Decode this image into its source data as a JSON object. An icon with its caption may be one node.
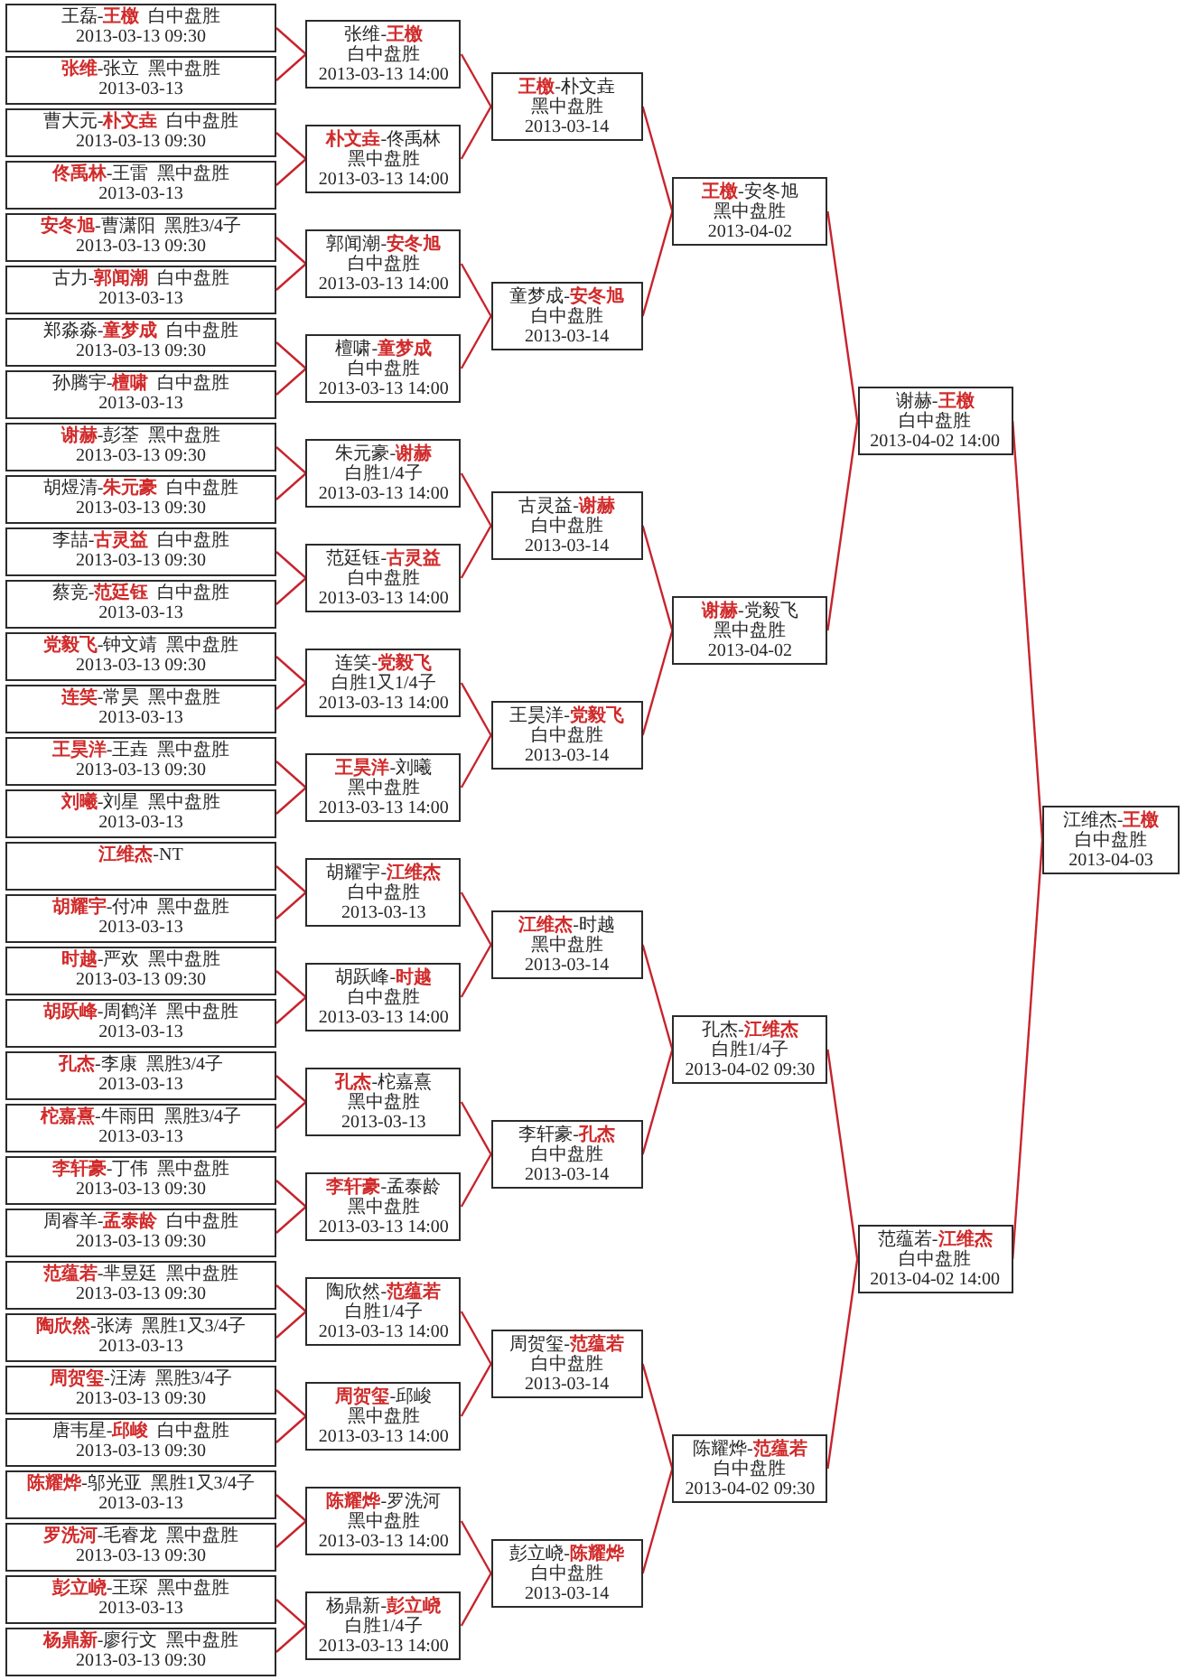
{
  "diagram": {
    "nodes": [
      {
        "text": [
          "王磊-**王檄**",
          "白中盘胜",
          "2013-03-13 09:30"
        ]
      },
      {
        "text": [
          "**张维**-张立",
          "黑中盘胜",
          "2013-03-13"
        ]
      },
      {
        "text": [
          "曹大元-**朴文垚**",
          "白中盘胜",
          "2013-03-13 09:30"
        ]
      },
      {
        "text": [
          "**佟禹林**-王雷",
          "黑中盘胜",
          "2013-03-13"
        ]
      },
      {
        "text": [
          "**安冬旭**-曹潇阳",
          "黑胜3/4子",
          "2013-03-13 09:30"
        ]
      },
      {
        "text": [
          "古力-**郭闻潮**",
          "白中盘胜",
          "2013-03-13"
        ]
      },
      {
        "text": [
          "郑淼淼-**童梦成**",
          "白中盘胜",
          "2013-03-13 09:30"
        ]
      },
      {
        "text": [
          "孙腾宇-**檀啸**",
          "白中盘胜",
          "2013-03-13"
        ]
      },
      {
        "text": [
          "**谢赫**-彭荃",
          "黑中盘胜",
          "2013-03-13 09:30"
        ]
      },
      {
        "text": [
          "胡煜清-**朱元豪**",
          "白中盘胜",
          "2013-03-13 09:30"
        ]
      },
      {
        "text": [
          "李喆-**古灵益**",
          "白中盘胜",
          "2013-03-13 09:30"
        ]
      },
      {
        "text": [
          "蔡竞-**范廷钰**",
          "白中盘胜",
          "2013-03-13"
        ]
      },
      {
        "text": [
          "**党毅飞**-钟文靖",
          "黑中盘胜",
          "2013-03-13 09:30"
        ]
      },
      {
        "text": [
          "**连笑**-常昊",
          "黑中盘胜",
          "2013-03-13"
        ]
      },
      {
        "text": [
          "**王昊洋**-王垚",
          "黑中盘胜",
          "2013-03-13 09:30"
        ]
      },
      {
        "text": [
          "**刘曦**-刘星",
          "黑中盘胜",
          "2013-03-13"
        ]
      },
      {
        "text": [
          "**江维杰**-NT"
        ]
      },
      {
        "text": [
          "**胡耀宇**-付冲",
          "黑中盘胜",
          "2013-03-13"
        ]
      },
      {
        "text": [
          "**时越**-严欢",
          "黑中盘胜",
          "2013-03-13 09:30"
        ]
      },
      {
        "text": [
          "**胡跃峰**-周鹤洋",
          "黑中盘胜",
          "2013-03-13"
        ]
      },
      {
        "text": [
          "**孔杰**-李康",
          "黑胜3/4子",
          "2013-03-13"
        ]
      },
      {
        "text": [
          "**柁嘉熹**-牛雨田",
          "黑胜3/4子",
          "2013-03-13"
        ]
      },
      {
        "text": [
          "**李轩豪**-丁伟",
          "黑中盘胜",
          "2013-03-13 09:30"
        ]
      },
      {
        "text": [
          "周睿羊-**孟泰龄**",
          "白中盘胜",
          "2013-03-13 09:30"
        ]
      },
      {
        "text": [
          "**范蕴若**-芈昱廷",
          "黑中盘胜",
          "2013-03-13 09:30"
        ]
      },
      {
        "text": [
          "**陶欣然**-张涛",
          "黑胜1又3/4子",
          "2013-03-13"
        ]
      },
      {
        "text": [
          "**周贺玺**-汪涛",
          "黑胜3/4子",
          "2013-03-13 09:30"
        ]
      },
      {
        "text": [
          "唐韦星-**邱峻**",
          "白中盘胜",
          "2013-03-13 09:30"
        ]
      },
      {
        "text": [
          "**陈耀烨**-邬光亚",
          "黑胜1又3/4子",
          "2013-03-13"
        ]
      },
      {
        "text": [
          "**罗洗河**-毛睿龙",
          "黑中盘胜",
          "2013-03-13 09:30"
        ]
      },
      {
        "text": [
          "**彭立峣**-王琛",
          "黑中盘胜",
          "2013-03-13"
        ]
      },
      {
        "text": [
          "**杨鼎新**-廖行文",
          "黑中盘胜",
          "2013-03-13 09:30"
        ]
      },
      {
        "text": [
          "张维-**王檄**",
          "白中盘胜",
          "2013-03-13 14:00"
        ]
      },
      {
        "text": [
          "**朴文垚**-佟禹林",
          "黑中盘胜",
          "2013-03-13 14:00"
        ]
      },
      {
        "text": [
          "郭闻潮-**安冬旭**",
          "白中盘胜",
          "2013-03-13 14:00"
        ]
      },
      {
        "text": [
          "檀啸-**童梦成**",
          "白中盘胜",
          "2013-03-13 14:00"
        ]
      },
      {
        "text": [
          "朱元豪-**谢赫**",
          "白胜1/4子",
          "2013-03-13 14:00"
        ]
      },
      {
        "text": [
          "范廷钰-**古灵益**",
          "白中盘胜",
          "2013-03-13 14:00"
        ]
      },
      {
        "text": [
          "连笑-**党毅飞**",
          "白胜1又1/4子",
          "2013-03-13 14:00"
        ]
      },
      {
        "text": [
          "**王昊洋**-刘曦",
          "黑中盘胜",
          "2013-03-13 14:00"
        ]
      },
      {
        "text": [
          "胡耀宇-**江维杰**",
          "白中盘胜",
          "2013-03-13"
        ]
      },
      {
        "text": [
          "胡跃峰-**时越**",
          "白中盘胜",
          "2013-03-13 14:00"
        ]
      },
      {
        "text": [
          "**孔杰**-柁嘉熹",
          "黑中盘胜",
          "2013-03-13"
        ]
      },
      {
        "text": [
          "**李轩豪**-孟泰龄",
          "黑中盘胜",
          "2013-03-13 14:00"
        ]
      },
      {
        "text": [
          "陶欣然-**范蕴若**",
          "白胜1/4子",
          "2013-03-13 14:00"
        ]
      },
      {
        "text": [
          "**周贺玺**-邱峻",
          "黑中盘胜",
          "2013-03-13 14:00"
        ]
      },
      {
        "text": [
          "**陈耀烨**-罗洗河",
          "黑中盘胜",
          "2013-03-13 14:00"
        ]
      },
      {
        "text": [
          "杨鼎新-**彭立峣**",
          "白胜1/4子",
          "2013-03-13 14:00"
        ]
      },
      {
        "text": [
          "**王檄**-朴文垚",
          "黑中盘胜",
          "2013-03-14"
        ]
      },
      {
        "text": [
          "童梦成-**安冬旭**",
          "白中盘胜",
          "2013-03-14"
        ]
      },
      {
        "text": [
          "古灵益-**谢赫**",
          "白中盘胜",
          "2013-03-14"
        ]
      },
      {
        "text": [
          "王昊洋-**党毅飞**",
          "白中盘胜",
          "2013-03-14"
        ]
      },
      {
        "text": [
          "**江维杰**-时越",
          "黑中盘胜",
          "2013-03-14"
        ]
      },
      {
        "text": [
          "李轩豪-**孔杰**",
          "白中盘胜",
          "2013-03-14"
        ]
      },
      {
        "text": [
          "周贺玺-**范蕴若**",
          "白中盘胜",
          "2013-03-14"
        ]
      },
      {
        "text": [
          "彭立峣-**陈耀烨**",
          "白中盘胜",
          "2013-03-14"
        ]
      },
      {
        "text": [
          "**王檄**-安冬旭",
          "黑中盘胜",
          "2013-04-02"
        ]
      },
      {
        "text": [
          "**谢赫**-党毅飞",
          "黑中盘胜",
          "2013-04-02"
        ]
      },
      {
        "text": [
          "孔杰-**江维杰**",
          "白胜1/4子",
          "2013-04-02 09:30"
        ]
      },
      {
        "text": [
          "陈耀烨-**范蕴若**",
          "白中盘胜",
          "2013-04-02 09:30"
        ]
      },
      {
        "text": [
          "谢赫-**王檄**",
          "白中盘胜",
          "2013-04-02 14:00"
        ]
      },
      {
        "text": [
          "范蕴若-**江维杰**",
          "白中盘胜",
          "2013-04-02 14:00"
        ]
      },
      {
        "text": [
          "江维杰-**王檄**",
          "白中盘胜",
          "2013-04-03"
        ]
      }
    ],
    "edges": [
      {
        "from": 0,
        "to": 32,
        "arrow": "none"
      },
      {
        "from": 1,
        "to": 32,
        "arrow": "none"
      },
      {
        "from": 2,
        "to": 33,
        "arrow": "none"
      },
      {
        "from": 3,
        "to": 33,
        "arrow": "none"
      },
      {
        "from": 4,
        "to": 34,
        "arrow": "none"
      },
      {
        "from": 5,
        "to": 34,
        "arrow": "none"
      },
      {
        "from": 6,
        "to": 35,
        "arrow": "none"
      },
      {
        "from": 7,
        "to": 35,
        "arrow": "none"
      },
      {
        "from": 8,
        "to": 36,
        "arrow": "none"
      },
      {
        "from": 9,
        "to": 36,
        "arrow": "none"
      },
      {
        "from": 10,
        "to": 37,
        "arrow": "none"
      },
      {
        "from": 11,
        "to": 37,
        "arrow": "none"
      },
      {
        "from": 12,
        "to": 38,
        "arrow": "none"
      },
      {
        "from": 13,
        "to": 38,
        "arrow": "none"
      },
      {
        "from": 14,
        "to": 39,
        "arrow": "none"
      },
      {
        "from": 15,
        "to": 39,
        "arrow": "none"
      },
      {
        "from": 16,
        "to": 40,
        "arrow": "none"
      },
      {
        "from": 17,
        "to": 40,
        "arrow": "none"
      },
      {
        "from": 18,
        "to": 41,
        "arrow": "none"
      },
      {
        "from": 19,
        "to": 41,
        "arrow": "none"
      },
      {
        "from": 20,
        "to": 42,
        "arrow": "none"
      },
      {
        "from": 21,
        "to": 42,
        "arrow": "none"
      },
      {
        "from": 22,
        "to": 43,
        "arrow": "none"
      },
      {
        "from": 23,
        "to": 43,
        "arrow": "none"
      },
      {
        "from": 24,
        "to": 44,
        "arrow": "none"
      },
      {
        "from": 25,
        "to": 44,
        "arrow": "none"
      },
      {
        "from": 26,
        "to": 45,
        "arrow": "none"
      },
      {
        "from": 27,
        "to": 45,
        "arrow": "none"
      },
      {
        "from": 28,
        "to": 46,
        "arrow": "none"
      },
      {
        "from": 29,
        "to": 46,
        "arrow": "none"
      },
      {
        "from": 30,
        "to": 47,
        "arrow": "none"
      },
      {
        "from": 31,
        "to": 47,
        "arrow": "none"
      },
      {
        "from": 32,
        "to": 48,
        "arrow": "none"
      },
      {
        "from": 33,
        "to": 48,
        "arrow": "none"
      },
      {
        "from": 34,
        "to": 49,
        "arrow": "none"
      },
      {
        "from": 35,
        "to": 49,
        "arrow": "none"
      },
      {
        "from": 36,
        "to": 50,
        "arrow": "none"
      },
      {
        "from": 37,
        "to": 50,
        "arrow": "none"
      },
      {
        "from": 38,
        "to": 51,
        "arrow": "none"
      },
      {
        "from": 39,
        "to": 51,
        "arrow": "none"
      },
      {
        "from": 40,
        "to": 52,
        "arrow": "none"
      },
      {
        "from": 41,
        "to": 52,
        "arrow": "none"
      },
      {
        "from": 42,
        "to": 53,
        "arrow": "none"
      },
      {
        "from": 43,
        "to": 53,
        "arrow": "none"
      },
      {
        "from": 44,
        "to": 54,
        "arrow": "none"
      },
      {
        "from": 45,
        "to": 54,
        "arrow": "none"
      },
      {
        "from": 46,
        "to": 55,
        "arrow": "none"
      },
      {
        "from": 47,
        "to": 55,
        "arrow": "none"
      },
      {
        "from": 48,
        "to": 56,
        "arrow": "none"
      },
      {
        "from": 49,
        "to": 56,
        "arrow": "none"
      },
      {
        "from": 50,
        "to": 57,
        "arrow": "none"
      },
      {
        "from": 51,
        "to": 57,
        "arrow": "none"
      },
      {
        "from": 52,
        "to": 58,
        "arrow": "none"
      },
      {
        "from": 53,
        "to": 58,
        "arrow": "none"
      },
      {
        "from": 54,
        "to": 59,
        "arrow": "none"
      },
      {
        "from": 55,
        "to": 59,
        "arrow": "none"
      },
      {
        "from": 56,
        "to": 60,
        "arrow": "none"
      },
      {
        "from": 57,
        "to": 60,
        "arrow": "none"
      },
      {
        "from": 58,
        "to": 61,
        "arrow": "none"
      },
      {
        "from": 59,
        "to": 61,
        "arrow": "none"
      },
      {
        "from": 60,
        "to": 62,
        "arrow": "none"
      },
      {
        "from": 61,
        "to": 62,
        "arrow": "none"
      }
    ]
  }
}
